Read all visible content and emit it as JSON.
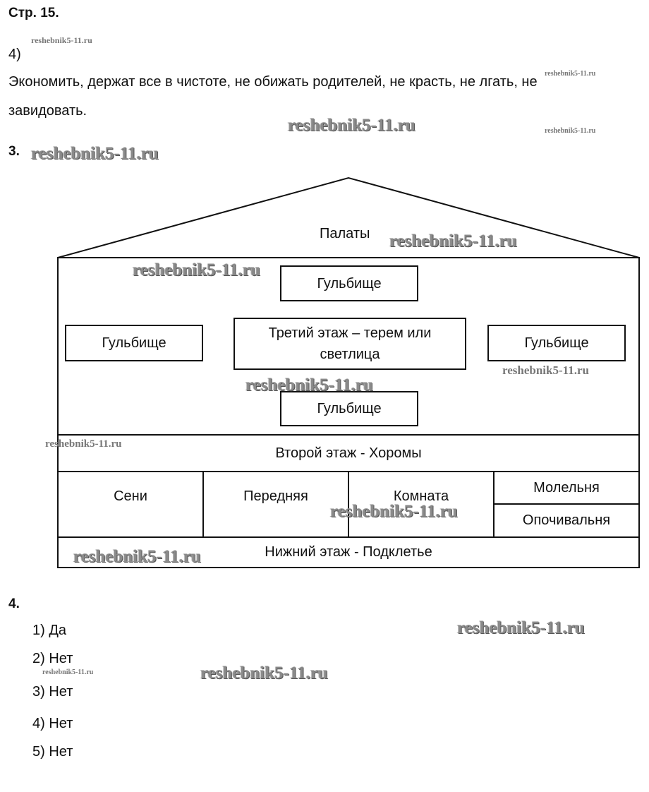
{
  "page": {
    "heading": "Стр. 15.",
    "item_4_label": "4)",
    "answer_4_line1": "Экономить, держат все в чистоте, не обижать родителей, не красть, не лгать, не",
    "answer_4_line2": "завидовать."
  },
  "task3": {
    "number": "3.",
    "diagram": {
      "roof_label": "Палаты",
      "third_floor": {
        "center": "Третий этаж – терем или светлица",
        "gulbishche_top": "Гульбище",
        "gulbishche_left": "Гульбище",
        "gulbishche_right": "Гульбище",
        "gulbishche_bottom": "Гульбище"
      },
      "second_floor": "Второй этаж - Хоромы",
      "rooms": [
        "Сени",
        "Передняя",
        "Комната",
        "Молельня",
        "Опочивальня"
      ],
      "ground_floor": "Нижний этаж - Подклетье"
    }
  },
  "task4": {
    "number": "4.",
    "answers": [
      "1) Да",
      "2) Нет",
      "3) Нет",
      "4) Нет",
      "5) Нет"
    ]
  },
  "watermark": "reshebnik5-11.ru"
}
